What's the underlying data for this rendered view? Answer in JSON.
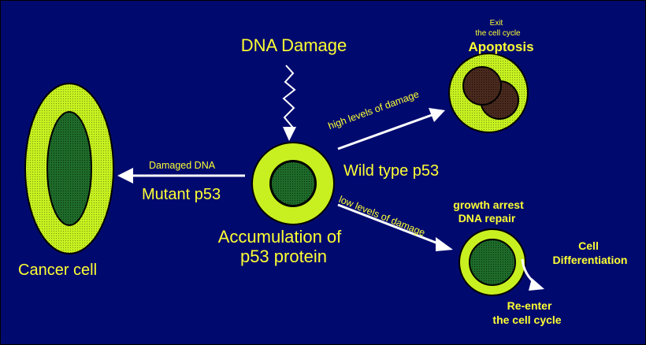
{
  "trigger": {
    "title": "DNA Damage"
  },
  "central": {
    "line1": "Accumulation of",
    "line2": "p53 protein"
  },
  "wild_type": {
    "label": "Wild type p53"
  },
  "mutant": {
    "label": "Mutant p53",
    "arrow_label": "Damaged DNA"
  },
  "cancer": {
    "label": "Cancer cell"
  },
  "high_path": {
    "arrow_label": "high levels of damage"
  },
  "low_path": {
    "arrow_label": "low levels of damage"
  },
  "apoptosis": {
    "note_line1": "Exit",
    "note_line2": "the cell cycle",
    "title": "Apoptosis"
  },
  "arrest": {
    "line1": "growth arrest",
    "line2": "DNA repair"
  },
  "differentiation": {
    "line1": "Cell",
    "line2": "Differentiation"
  },
  "reenter": {
    "line1": "Re-enter",
    "line2": "the cell cycle"
  },
  "colors": {
    "background": "#000a6e",
    "text": "#ffff33",
    "cell_outer": "#c8f020",
    "cell_inner": "#1e6b2a",
    "arrow": "#ffffff"
  }
}
